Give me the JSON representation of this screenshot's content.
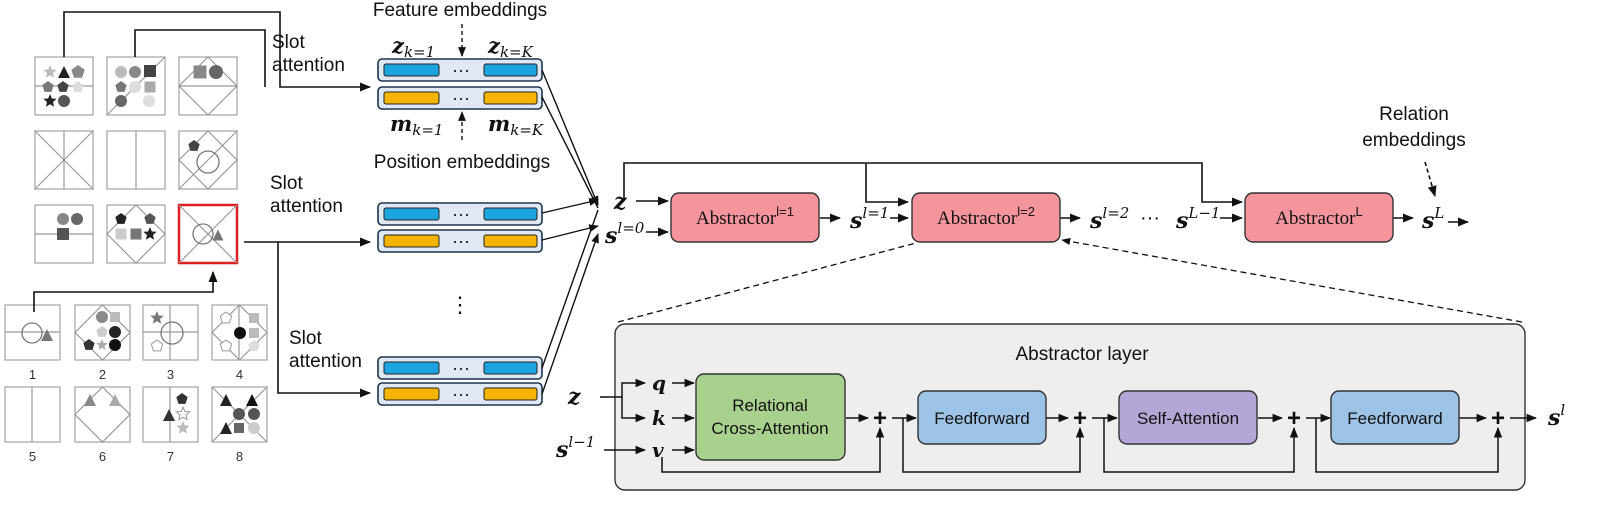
{
  "labels": {
    "slot_attention": "Slot\nattention",
    "feature_embeddings": "Feature embeddings",
    "position_embeddings": "Position embeddings",
    "relation_embeddings": "Relation\nembeddings",
    "abstractor_layer_title": "Abstractor layer",
    "ellipsis": "···",
    "vertical_ellipsis": "⋮"
  },
  "math": {
    "z_k1": "z",
    "z_k1_sub": "k=1",
    "z_kK_sub": "k=K",
    "m": "m",
    "m_k1_sub": "k=1",
    "m_kK_sub": "k=K",
    "z": "z",
    "s": "s",
    "s0_sup": "l=0",
    "s1_sup": "l=1",
    "s2_sup": "l=2",
    "sLm1_sup": "L−1",
    "sL_sup": "L",
    "sl_sup": "l",
    "slm1_sup": "l−1",
    "dots": "···",
    "q": "q",
    "k": "k",
    "v": "v"
  },
  "blocks": {
    "abstractor": "Abstractor",
    "abstractor1_sup": "l=1",
    "abstractor2_sup": "l=2",
    "abstractorL_sup": "L",
    "relational_cross_attention_1": "Relational",
    "relational_cross_attention_2": "Cross-Attention",
    "feedforward": "Feedforward",
    "self_attention": "Self-Attention",
    "plus": "+"
  },
  "answer_numbers": [
    "1",
    "2",
    "3",
    "4",
    "5",
    "6",
    "7",
    "8"
  ],
  "colors": {
    "feature_bar": "#1ca3e0",
    "position_bar": "#f5b400",
    "abstractor_fill": "#f4949c",
    "rca_fill": "#a9d18e",
    "feedforward_fill": "#9dc3e6",
    "self_attention_fill": "#b4a7d6",
    "panel_fill": "#eeeeee",
    "highlight_border": "#e02020"
  }
}
